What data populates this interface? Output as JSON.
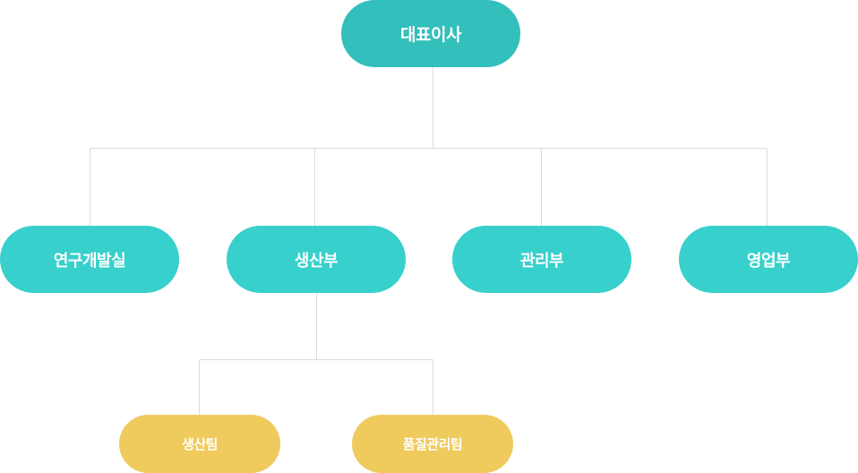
{
  "colors": {
    "ceo": "#33bfbb",
    "department": "#38d0cc",
    "team": "#efca5d",
    "connector": "#dcdcdc"
  },
  "org_chart": {
    "root": {
      "label": "대표이사"
    },
    "departments": [
      {
        "label": "연구개발실"
      },
      {
        "label": "생산부"
      },
      {
        "label": "관리부"
      },
      {
        "label": "영업부"
      }
    ],
    "teams": [
      {
        "label": "생산팀",
        "parent": "생산부"
      },
      {
        "label": "품질관리팀",
        "parent": "생산부"
      }
    ]
  }
}
